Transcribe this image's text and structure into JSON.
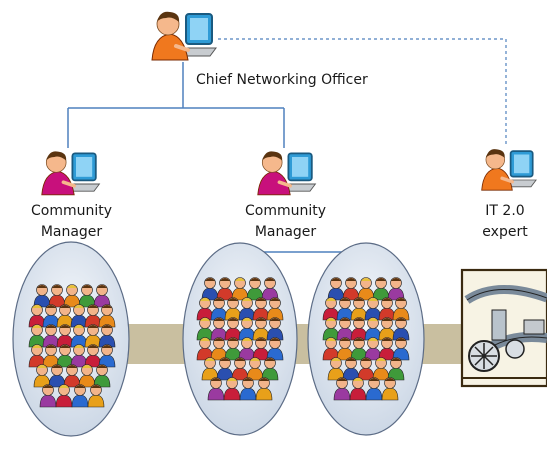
{
  "diagram": {
    "roles": {
      "chief": {
        "label": "Chief Networking Officer"
      },
      "community_manager_1": {
        "line1": "Community",
        "line2": "Manager"
      },
      "community_manager_2": {
        "line1": "Community",
        "line2": "Manager"
      },
      "it_expert": {
        "line1": "IT 2.0",
        "line2": "expert"
      }
    },
    "community_groups": 3,
    "colors": {
      "connector_line": "#4f81bd",
      "band": "#c9bfa0",
      "ellipse_fill": "#d7e0ec",
      "ellipse_stroke": "#5c6c86",
      "person_skin": "#f5b88c",
      "person_hair": "#5a3410",
      "person_shirt_orange": "#f0781e",
      "person_shirt_magenta": "#c8107c",
      "monitor": "#2e9bd6"
    },
    "icons": [
      "person-at-computer-icon",
      "crowd-icon",
      "machinery-icon"
    ]
  }
}
